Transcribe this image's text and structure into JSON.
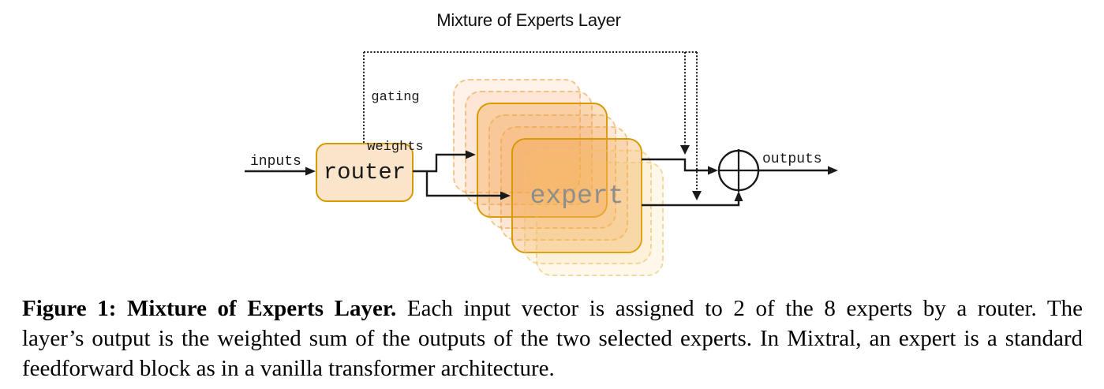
{
  "diagram": {
    "title": "Mixture of Experts Layer",
    "router_label": "router",
    "expert_label": "expert",
    "inputs_label": "inputs",
    "outputs_label": "outputs",
    "gating_label_line1": "gating",
    "gating_label_line2": "weights",
    "expert_count": 8,
    "selected_expert_positions": [
      3,
      6
    ]
  },
  "colors": {
    "accent_border": "#D79B00",
    "router_fill": "#FAE5CB",
    "selected_fill": "rgba(243,164,71,0.35)",
    "unselected_fill": "rgba(244,158,84,0.13)",
    "unselected_border": "rgba(228,162,66,0.55)",
    "back_fill": "rgba(247,197,94,0.12)",
    "back_border": "rgba(235,195,110,0.6)",
    "line_color": "#1a1a1a",
    "expert_text": "#8d8d8d"
  },
  "caption": {
    "line1_bold": "Figure 1: Mixture of Experts Layer.",
    "line1_rest": " Each input vector is assigned to 2 of the 8 experts by a router. The",
    "line2": "layer’s output is the weighted sum of the outputs of the two selected experts. In Mixtral, an expert is a standard",
    "line3": "feedforward block as in a vanilla transformer architecture."
  }
}
